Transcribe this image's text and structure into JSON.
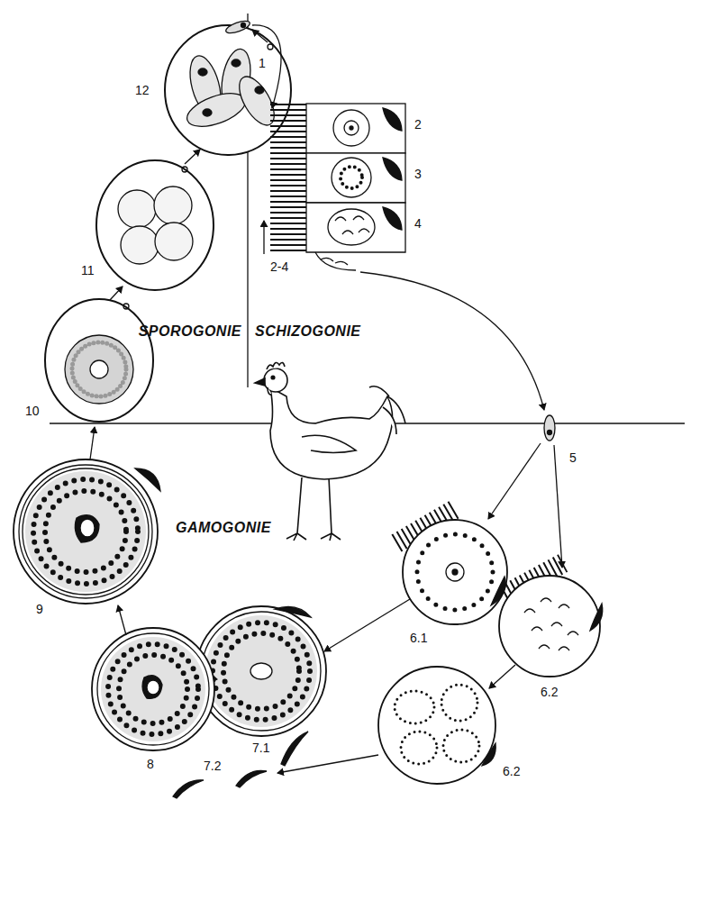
{
  "diagram": {
    "labels": [
      "12",
      "1",
      "2",
      "3",
      "4",
      "2-4",
      "11",
      "SPOROGONIE",
      "SCHIZOGONIE",
      "10",
      "5",
      "GAMOGONIE",
      "6.1",
      "9",
      "6.2",
      "8",
      "7.1",
      "6.2",
      "7.2"
    ]
  }
}
